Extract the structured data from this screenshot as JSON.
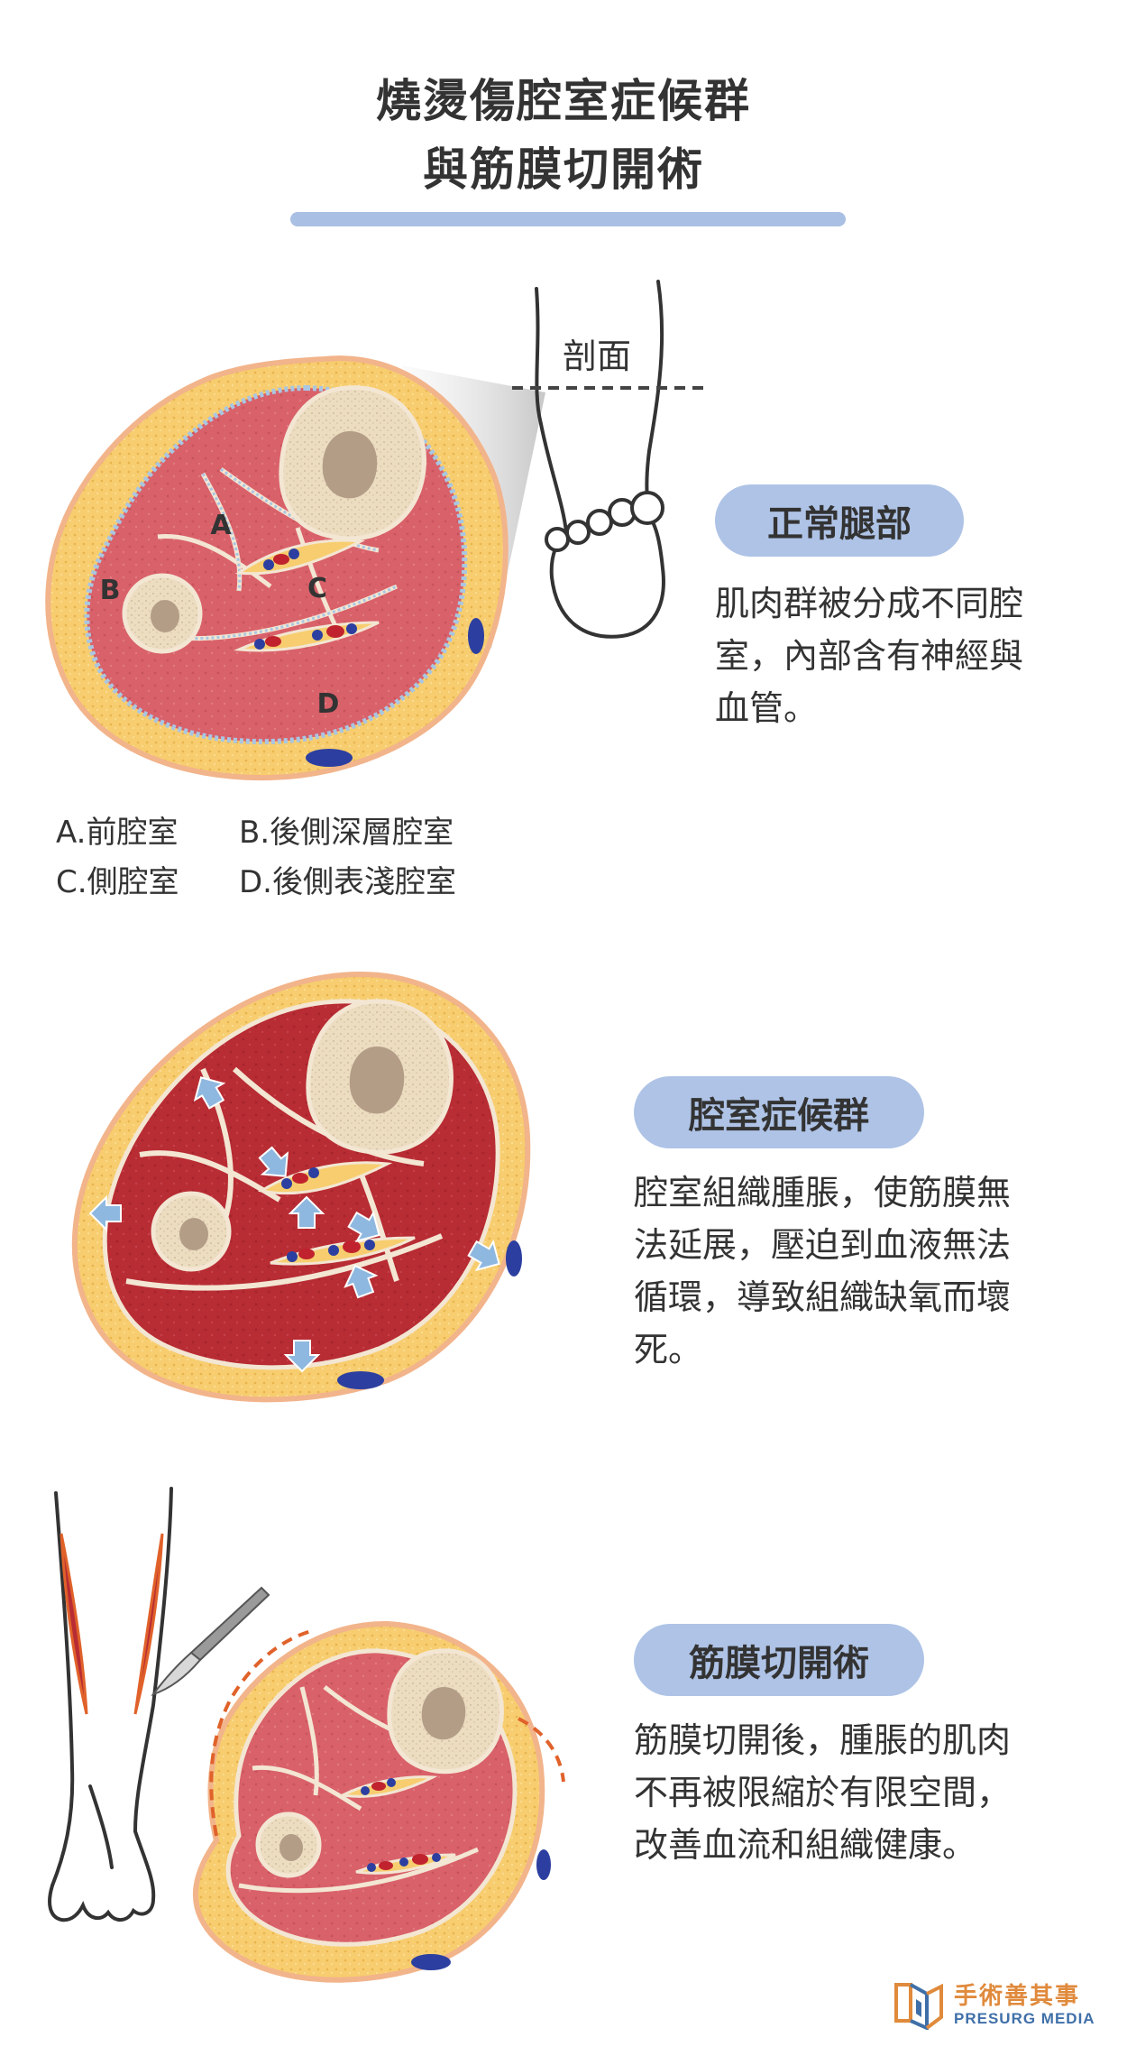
{
  "title": {
    "line1": "燒燙傷腔室症候群",
    "line2": "與筋膜切開術"
  },
  "section_normal": {
    "section_label_cut": "剖面",
    "pill_label": "正常腿部",
    "description": "肌肉群被分成不同腔\n室，內部含有神經與\n血管。",
    "compartment_letters": [
      "A",
      "B",
      "C",
      "D"
    ],
    "legend": [
      [
        "A.前腔室",
        "B.後側深層腔室"
      ],
      [
        "C.側腔室",
        "D.後側表淺腔室"
      ]
    ]
  },
  "section_syndrome": {
    "pill_label": "腔室症候群",
    "description": "腔室組織腫脹，使筋膜無\n法延展，壓迫到血液無法\n循環，導致組織缺氧而壞\n死。"
  },
  "section_fasciotomy": {
    "pill_label": "筋膜切開術",
    "description": "筋膜切開後，腫脹的肌肉\n不再被限縮於有限空間，\n改善血流和組織健康。"
  },
  "logo": {
    "name_cn": "手術善其事",
    "name_en": "PRESURG MEDIA"
  },
  "colors": {
    "title_bar": "#a9bfe4",
    "pill_bg": "#aec3e6",
    "fat": "#f7cd6f",
    "skin": "#f2b48b",
    "muscle_normal": "#d9616a",
    "muscle_swollen": "#b82c34",
    "bone": "#ecdcc0",
    "marrow": "#b39d87",
    "fascia": "#a9c6e2",
    "vein": "#2c3fa0",
    "artery": "#c0232d",
    "arrow": "#8fb8e0",
    "incision": "#e0622a",
    "logo_orange": "#e08a3c",
    "logo_blue": "#3f6fa8"
  }
}
